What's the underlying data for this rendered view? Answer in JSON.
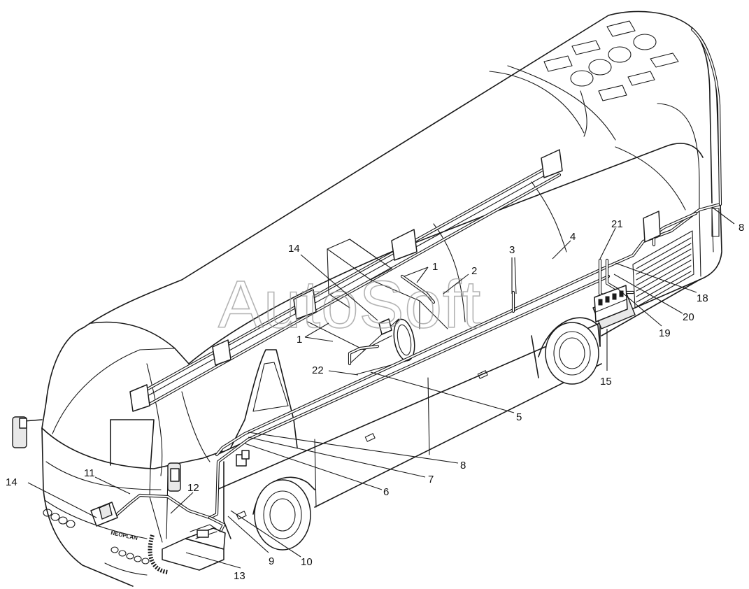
{
  "watermark": "AutoSoft",
  "callouts": [
    {
      "id": "c-1a",
      "label": "1"
    },
    {
      "id": "c-1b",
      "label": "1"
    },
    {
      "id": "c-2",
      "label": "2"
    },
    {
      "id": "c-3",
      "label": "3"
    },
    {
      "id": "c-4",
      "label": "4"
    },
    {
      "id": "c-5",
      "label": "5"
    },
    {
      "id": "c-6",
      "label": "6"
    },
    {
      "id": "c-7",
      "label": "7"
    },
    {
      "id": "c-8a",
      "label": "8"
    },
    {
      "id": "c-8b",
      "label": "8"
    },
    {
      "id": "c-9",
      "label": "9"
    },
    {
      "id": "c-10",
      "label": "10"
    },
    {
      "id": "c-11",
      "label": "11"
    },
    {
      "id": "c-12",
      "label": "12"
    },
    {
      "id": "c-13",
      "label": "13"
    },
    {
      "id": "c-14a",
      "label": "14"
    },
    {
      "id": "c-14b",
      "label": "14"
    },
    {
      "id": "c-15",
      "label": "15"
    },
    {
      "id": "c-18",
      "label": "18"
    },
    {
      "id": "c-19",
      "label": "19"
    },
    {
      "id": "c-20",
      "label": "20"
    },
    {
      "id": "c-21",
      "label": "21"
    },
    {
      "id": "c-22",
      "label": "22"
    }
  ],
  "front_badge": "NEOPLAN"
}
